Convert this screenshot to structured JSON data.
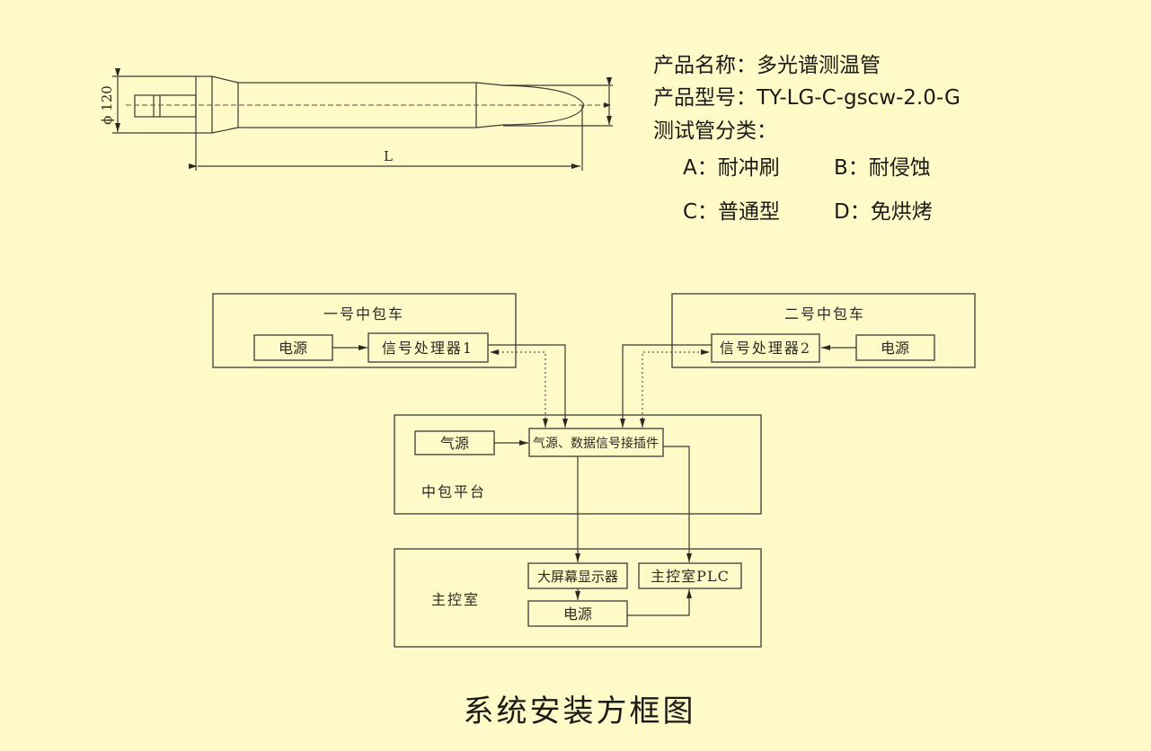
{
  "product_info": {
    "name_line": "产品名称：多光谱测温管",
    "model_line": "产品型号：TY-LG-C-gscw-2.0-G",
    "category_title": "测试管分类：",
    "category_a": "A：耐冲刷",
    "category_b": "B：耐侵蚀",
    "category_c": "C：普通型",
    "category_d": "D：免烘烤"
  },
  "tube_drawing": {
    "diameter_label": "ϕ 120",
    "length_label": "L"
  },
  "diagram": {
    "tundish_car_1": {
      "label": "一号中包车",
      "power": "电源",
      "processor": "信号处理器1"
    },
    "tundish_car_2": {
      "label": "二号中包车",
      "power": "电源",
      "processor": "信号处理器2"
    },
    "platform": {
      "label": "中包平台",
      "air_source": "气源",
      "connector": "气源、数据信号接插件"
    },
    "control_room": {
      "label": "主控室",
      "display": "大屏幕显示器",
      "plc": "主控室PLC",
      "power": "电源"
    }
  },
  "title": "系统安装方框图"
}
